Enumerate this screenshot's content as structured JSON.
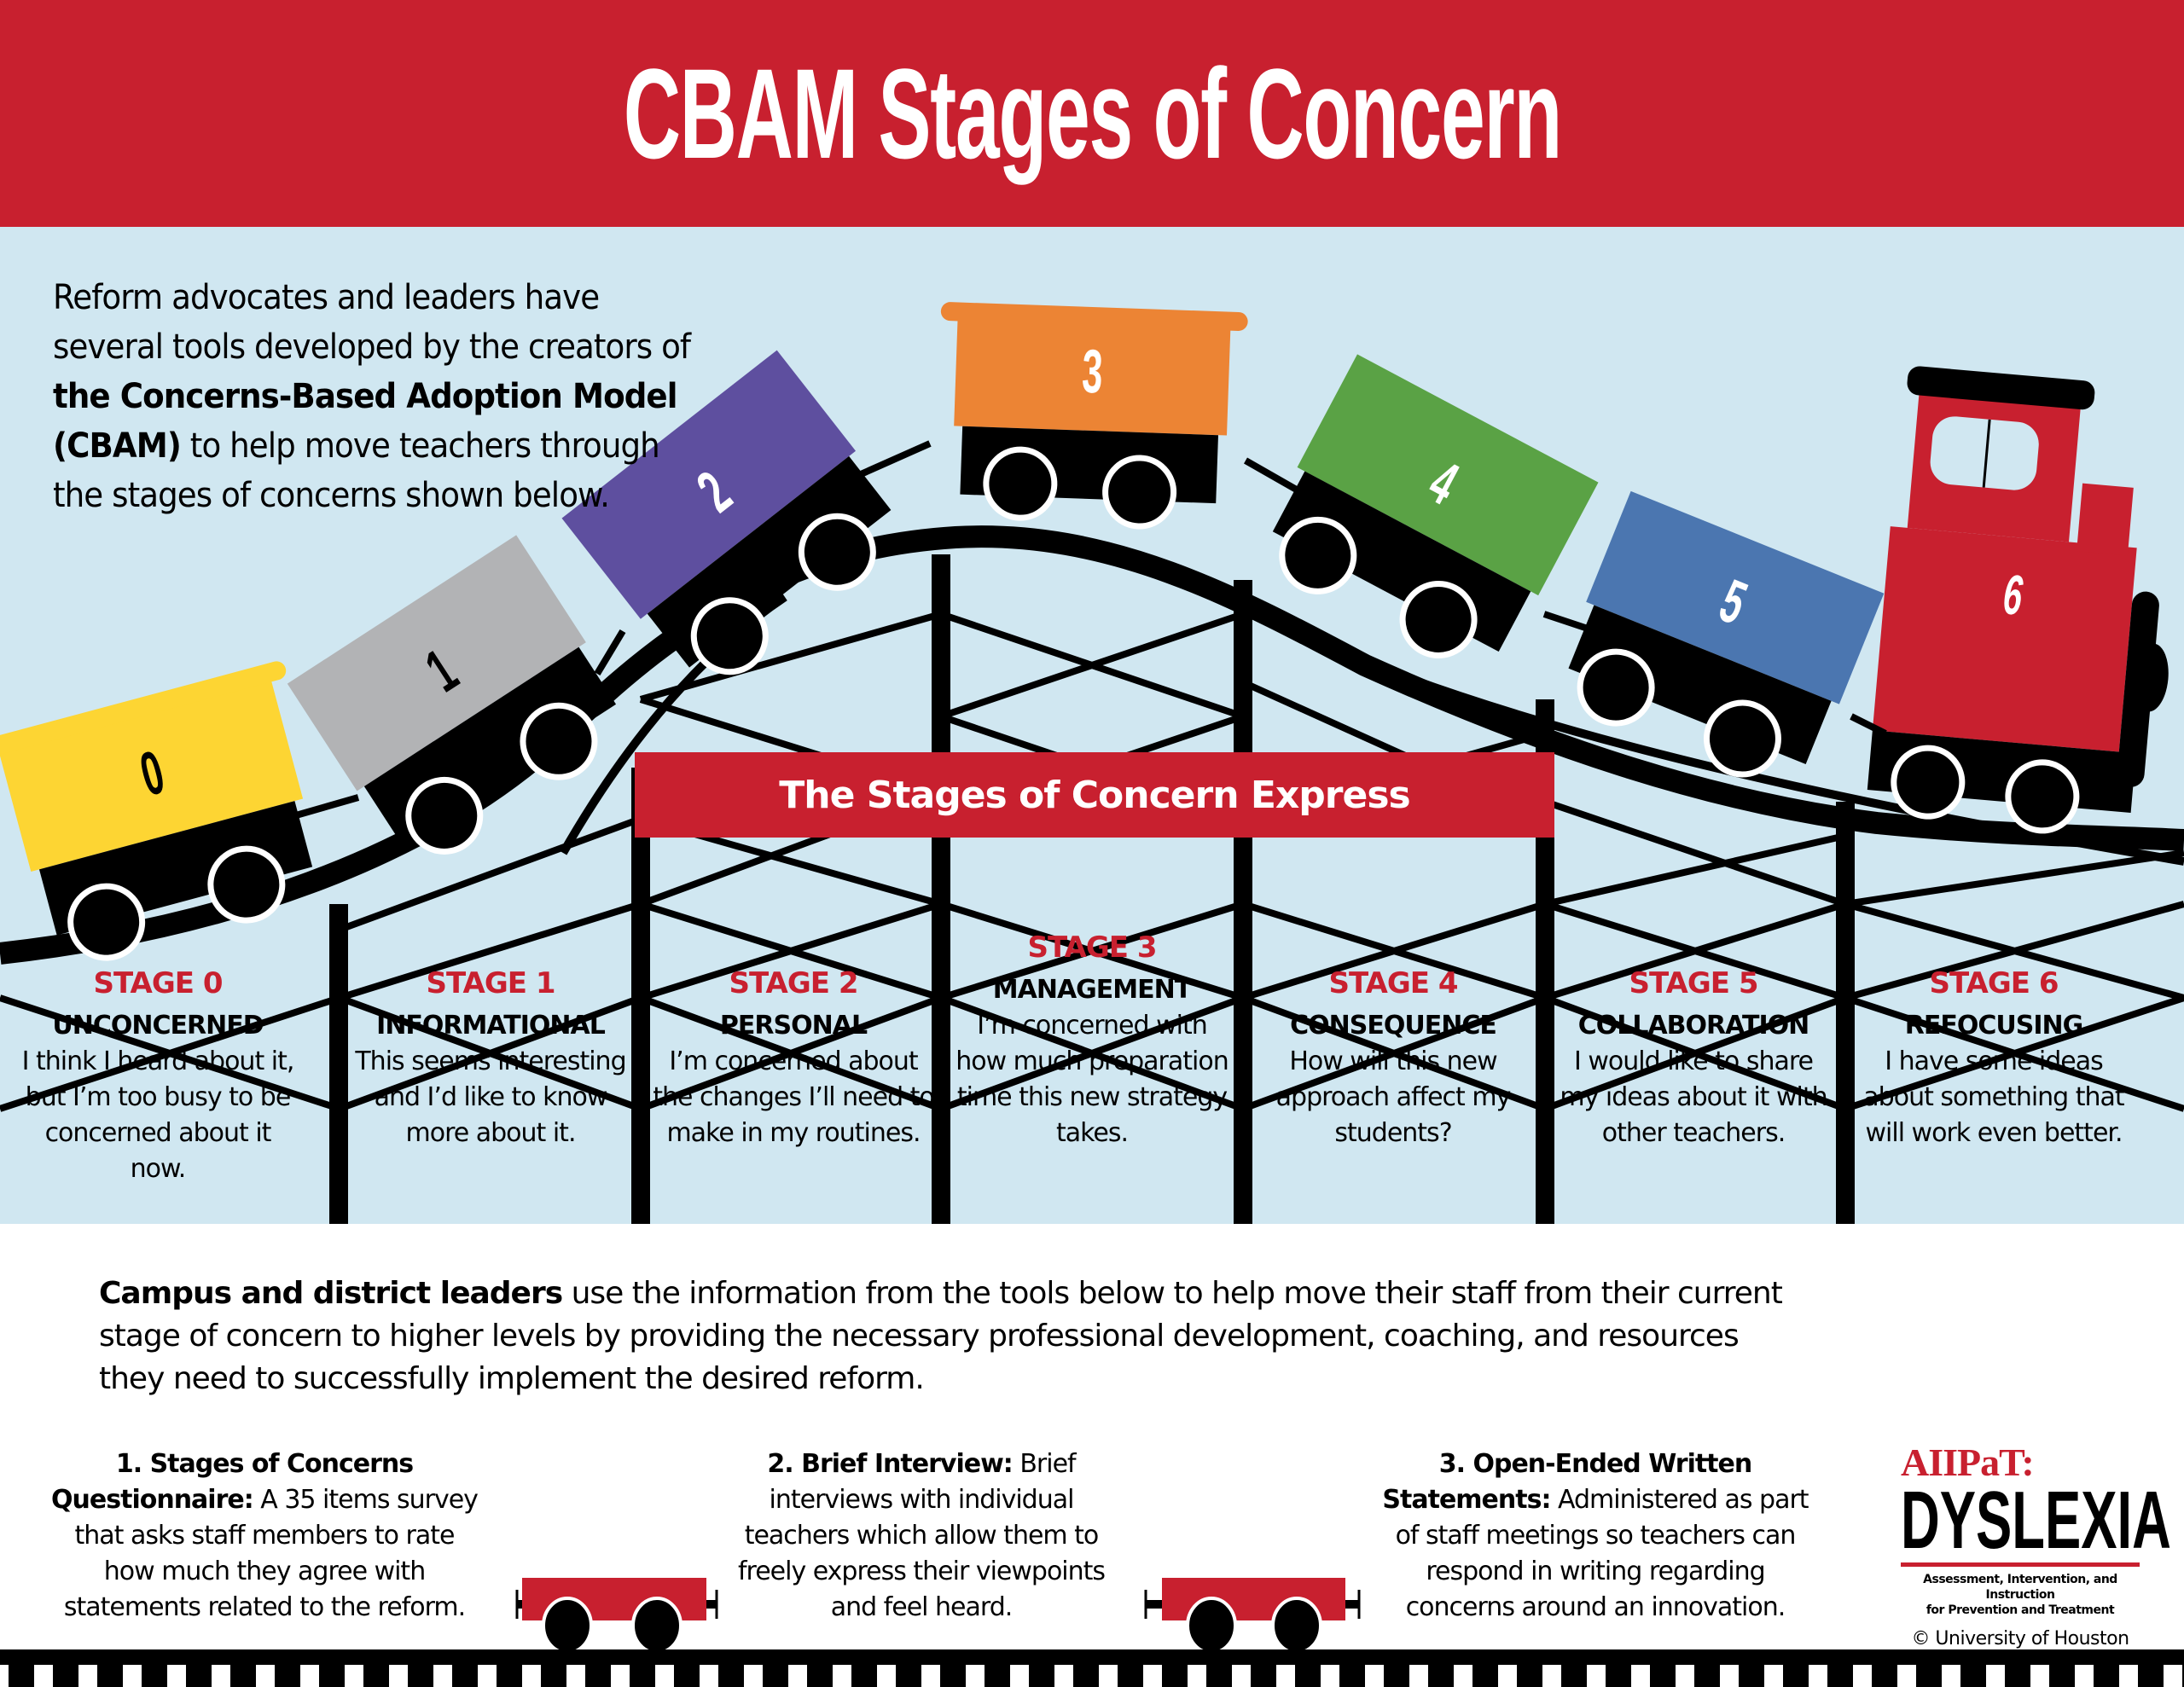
{
  "header": {
    "title": "CBAM Stages of Concern"
  },
  "colors": {
    "brand_red": "#c8202f",
    "sky": "#d0e7f1",
    "car_0": "#fdd533",
    "car_1": "#b2b3b5",
    "car_2": "#5e4f9f",
    "car_3": "#ec8434",
    "car_4": "#5aa245",
    "car_5": "#4b76b0",
    "car_6": "#c8202f"
  },
  "intro": {
    "pre": "Reform advocates and leaders have several tools developed by the creators of ",
    "bold": "the Concerns-Based Adoption Model (CBAM)",
    "post": " to help move teachers through the stages of concerns shown below."
  },
  "train": {
    "banner": "The Stages of Concern Express",
    "cars": [
      {
        "label": "0",
        "icon": "train-car-icon"
      },
      {
        "label": "1",
        "icon": "train-car-icon"
      },
      {
        "label": "2",
        "icon": "train-car-icon"
      },
      {
        "label": "3",
        "icon": "train-car-icon"
      },
      {
        "label": "4",
        "icon": "train-car-icon"
      },
      {
        "label": "5",
        "icon": "train-car-icon"
      },
      {
        "label": "6",
        "icon": "locomotive-icon"
      }
    ]
  },
  "stages": [
    {
      "number": "STAGE 0",
      "name": "UNCONCERNED",
      "description": "I think I heard about it, but I’m too busy to be concerned about it now."
    },
    {
      "number": "STAGE 1",
      "name": "INFORMATIONAL",
      "description": "This seems interesting and I’d like to know more about it."
    },
    {
      "number": "STAGE 2",
      "name": "PERSONAL",
      "description": "I’m concerned about the changes I’ll need to make in my routines."
    },
    {
      "number": "STAGE 3",
      "name": "MANAGEMENT",
      "description": "I’m concerned with how much preparation time this new strategy takes."
    },
    {
      "number": "STAGE 4",
      "name": "CONSEQUENCE",
      "description": "How will this new approach affect my students?"
    },
    {
      "number": "STAGE 5",
      "name": "COLLABORATION",
      "description": "I would like to share my ideas about it with other teachers."
    },
    {
      "number": "STAGE 6",
      "name": "REFOCUSING",
      "description": "I have some ideas about something that will work even better."
    }
  ],
  "lead": {
    "bold": "Campus and district leaders",
    "text": " use the information from the tools below to help move their staff from their current stage of concern to higher levels by providing the necessary professional development, coaching, and resources they need to successfully implement the desired reform."
  },
  "tools": [
    {
      "title": "1. Stages of Concerns Questionnaire:",
      "text": " A 35 items survey that asks staff members to rate how much they agree with statements related to the reform."
    },
    {
      "title": "2. Brief Interview:",
      "text": " Brief interviews with individual teachers which allow them to freely express their viewpoints and feel heard."
    },
    {
      "title": "3. Open-Ended Written Statements:",
      "text": " Administered as part of staff meetings so teachers can respond in writing regarding concerns around an innovation."
    }
  ],
  "logo": {
    "brand": "AIIPaT:",
    "name": "DYSLEXIA",
    "tagline_1": "Assessment, Intervention, and Instruction",
    "tagline_2": "for Prevention and Treatment",
    "copyright": "© University of Houston"
  }
}
